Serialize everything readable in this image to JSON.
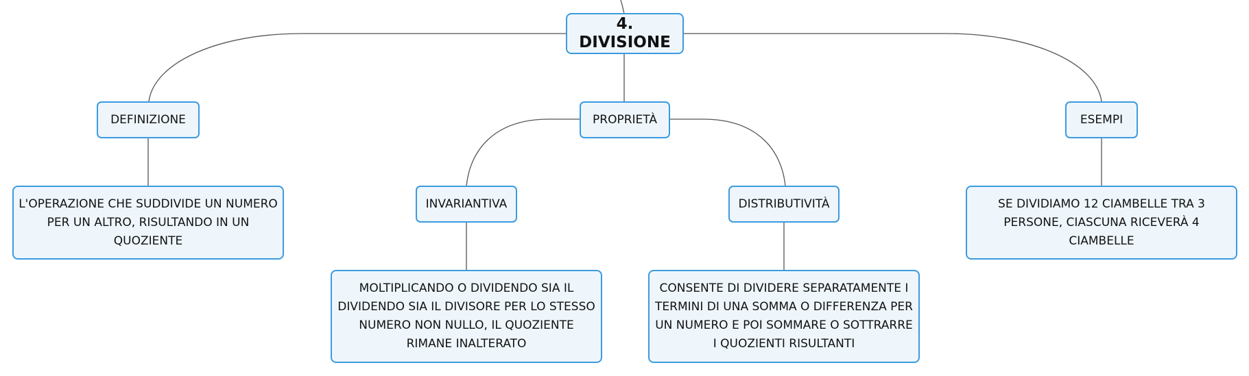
{
  "diagram": {
    "type": "concept-map",
    "accent_color": "#3b9be0",
    "node_fill": "#eef6fc",
    "connector_color": "#555555",
    "root": {
      "label": "4. DIVISIONE"
    },
    "branches": {
      "definizione": {
        "label": "DEFINIZIONE",
        "detail": "L'OPERAZIONE CHE SUDDIVIDE UN NUMERO PER UN ALTRO, RISULTANDO IN UN QUOZIENTE"
      },
      "proprieta": {
        "label": "PROPRIETÀ",
        "invariantiva": {
          "label": "INVARIANTIVA",
          "detail": "MOLTIPLICANDO O DIVIDENDO SIA IL DIVIDENDO SIA IL DIVISORE PER LO STESSO NUMERO NON NULLO, IL QUOZIENTE RIMANE INALTERATO"
        },
        "distributivita": {
          "label": "DISTRIBUTIVITÀ",
          "detail": "CONSENTE DI DIVIDERE SEPARATAMENTE I TERMINI DI UNA SOMMA O DIFFERENZA PER UN NUMERO E POI SOMMARE O SOTTRARRE I QUOZIENTI RISULTANTI"
        }
      },
      "esempi": {
        "label": "ESEMPI",
        "detail": "SE DIVIDIAMO 12 CIAMBELLE TRA 3 PERSONE, CIASCUNA RICEVERÀ 4 CIAMBELLE"
      }
    }
  }
}
